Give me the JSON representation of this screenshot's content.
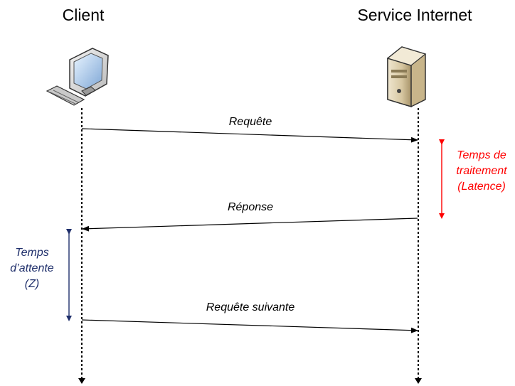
{
  "actors": {
    "client": {
      "label": "Client",
      "icon": "desktop-computer-icon"
    },
    "server": {
      "label": "Service Internet",
      "icon": "server-tower-icon"
    }
  },
  "messages": [
    {
      "id": "request",
      "label": "Requête",
      "from": "client",
      "to": "server"
    },
    {
      "id": "response",
      "label": "Réponse",
      "from": "server",
      "to": "client"
    },
    {
      "id": "next-request",
      "label": "Requête suivante",
      "from": "client",
      "to": "server"
    }
  ],
  "notes": {
    "processing": {
      "lines": [
        "Temps de",
        "traitement",
        "(Latence)"
      ],
      "color": "#ff0000"
    },
    "waiting": {
      "lines": [
        "Temps",
        "d’attente",
        "(Z)"
      ],
      "color": "#1f2f6b"
    }
  }
}
